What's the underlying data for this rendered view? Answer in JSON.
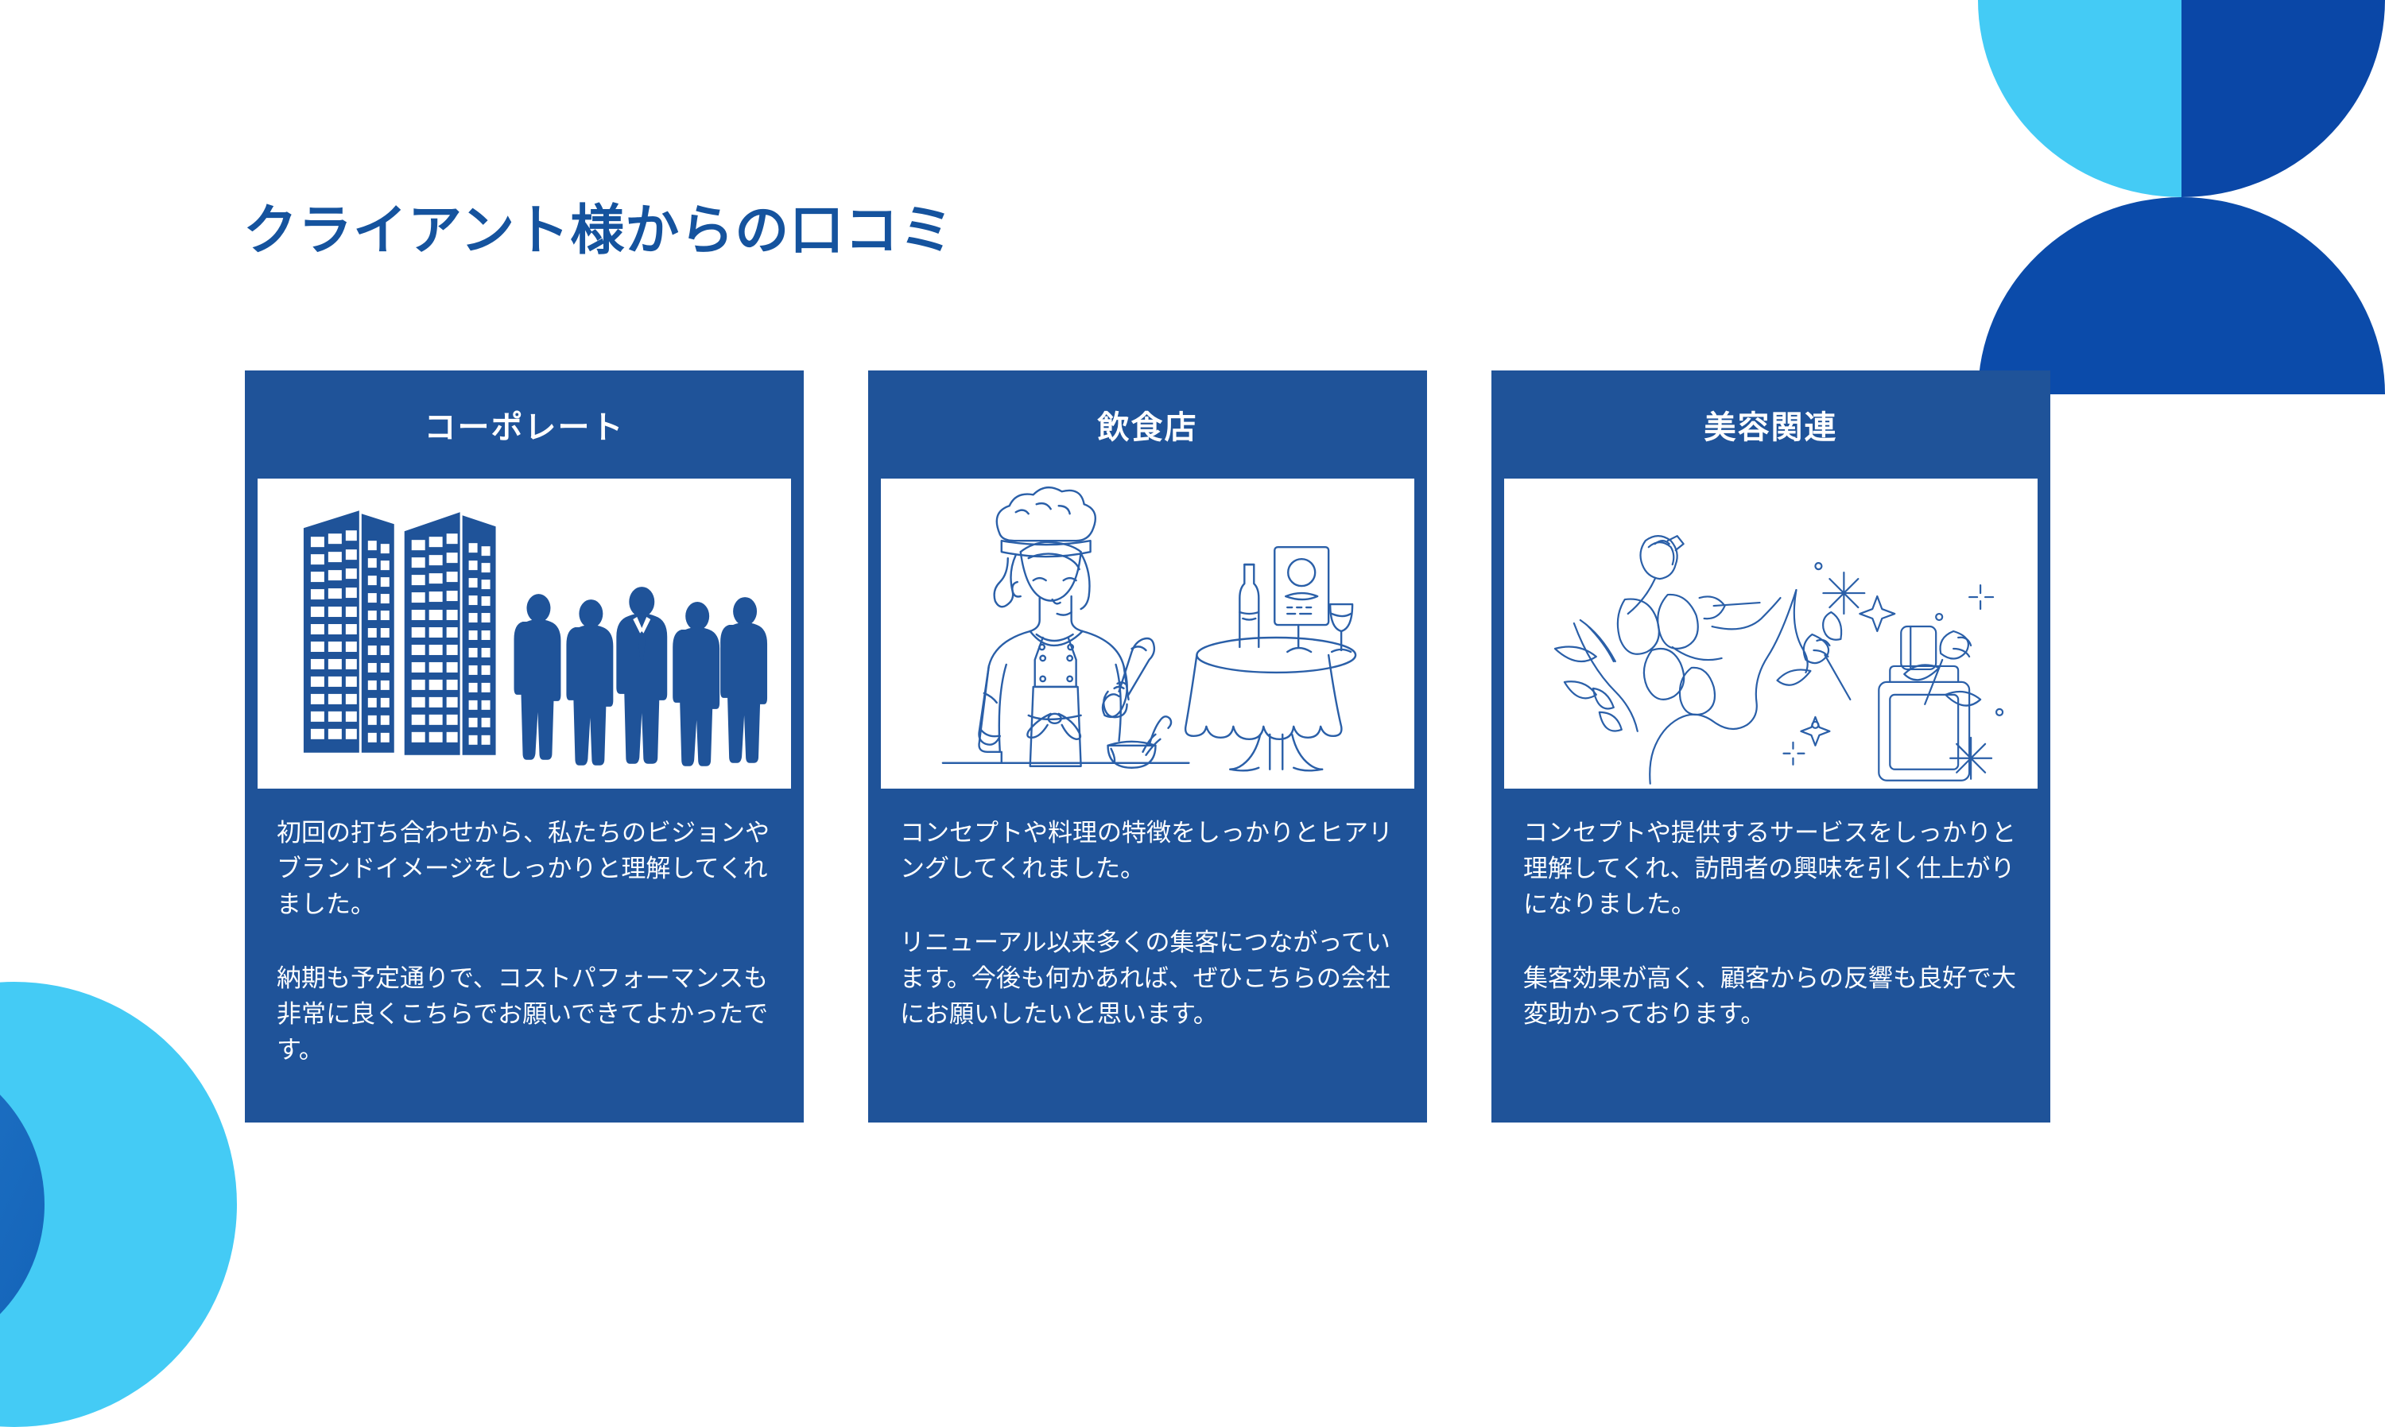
{
  "page": {
    "title": "クライアント様からの口コミ",
    "background_color": "#FFFFFF",
    "title_color": "#15539E"
  },
  "theme": {
    "card_blue": "#1F5399",
    "accent_dark_blue": "#0B4BAA",
    "accent_light_cyan": "#44CBF5",
    "accent_mid_blue": "#1C6FC2",
    "illustration_stroke": "#2A5FA8",
    "text_on_card": "#FFFFFF"
  },
  "decor": {
    "top_right_grid": [
      {
        "name": "quarter-circle-light-cyan",
        "color": "#44CBF5"
      },
      {
        "name": "quarter-circle-dark-blue-a",
        "color": "#0A47A7"
      },
      {
        "name": "quarter-circle-dark-blue-b",
        "color": "#0B4BAA"
      },
      {
        "name": "quarter-circle-dark-blue-c",
        "color": "#0B4BAA"
      }
    ],
    "bottom_left_rings": [
      {
        "name": "outer-ring-cyan",
        "color": "#44CBF5"
      },
      {
        "name": "inner-disc-blue",
        "color": "#1C6FC2"
      }
    ]
  },
  "cards": [
    {
      "id": "corporate",
      "header": "コーポレート",
      "illustration_name": "office-buildings-and-business-people-illustration",
      "illustration_alt": "高層ビルとビジネスパーソンのシルエット",
      "paragraphs": [
        "初回の打ち合わせから、私たちのビジョンやブランドイメージをしっかりと理解してくれました。",
        "納期も予定通りで、コストパフォーマンスも非常に良くこちらでお願いできてよかったです。"
      ]
    },
    {
      "id": "restaurant",
      "header": "飲食店",
      "illustration_name": "chef-and-dining-table-line-art-illustration",
      "illustration_alt": "コック帽のシェフとワインのあるテーブルの線画",
      "paragraphs": [
        "コンセプトや料理の特徴をしっかりとヒアリングしてくれました。",
        "リニューアル以来多くの集客につながっています。今後も何かあれば、ぜひこちらの会社にお願いしたいと思います。"
      ]
    },
    {
      "id": "beauty",
      "header": "美容関連",
      "illustration_name": "flowers-and-cosmetic-bottle-line-art-illustration",
      "illustration_alt": "花と化粧品ボトルの線画とキラキラ",
      "paragraphs": [
        "コンセプトや提供するサービスをしっかりと理解してくれ、訪問者の興味を引く仕上がりになりました。",
        "集客効果が高く、顧客からの反響も良好で大変助かっております。"
      ]
    }
  ]
}
